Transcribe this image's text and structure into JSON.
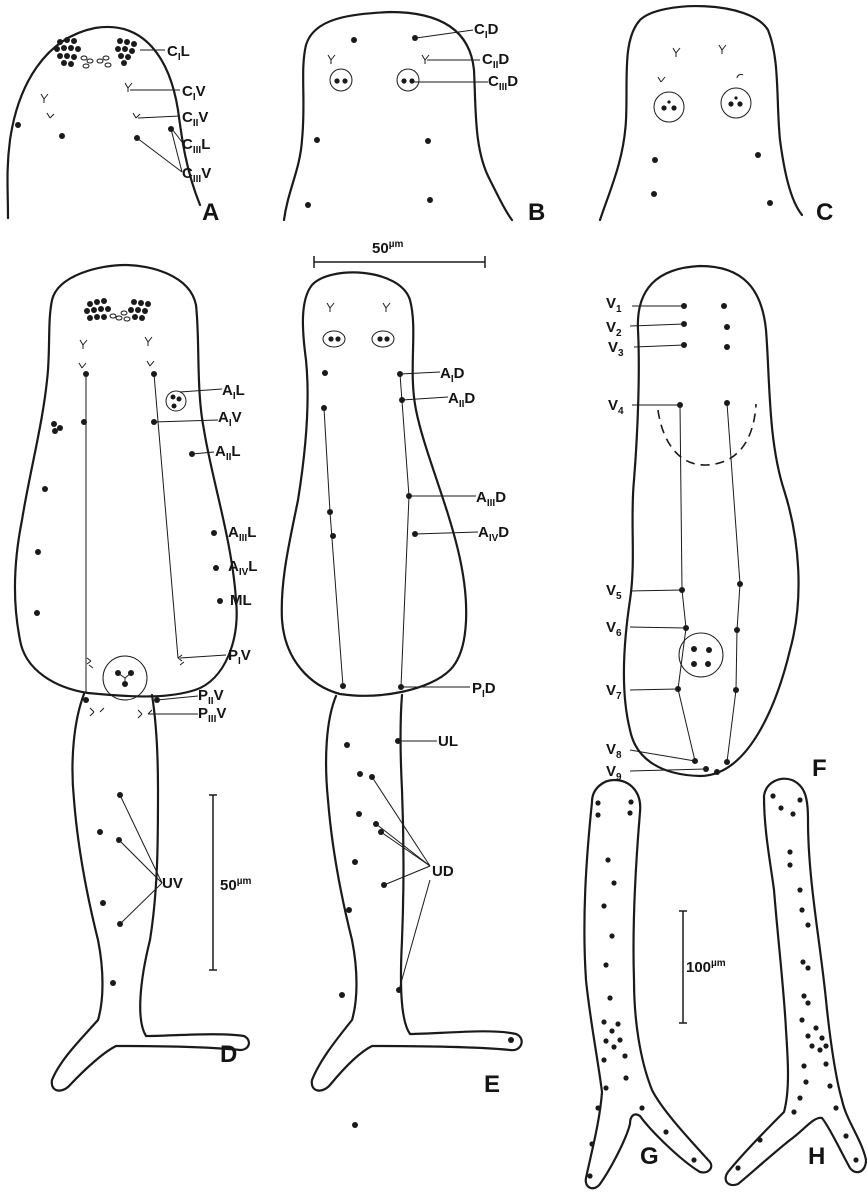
{
  "panels": [
    "A",
    "B",
    "C",
    "D",
    "E",
    "F",
    "G",
    "H"
  ],
  "scale_bars": {
    "top": "50",
    "middle": "50",
    "bottom": "100",
    "unit": "µm"
  },
  "labels": {
    "A": [
      {
        "main": "C",
        "sub": "I",
        "tail": "L"
      },
      {
        "main": "C",
        "sub": "I",
        "tail": "V"
      },
      {
        "main": "C",
        "sub": "II",
        "tail": "V"
      },
      {
        "main": "C",
        "sub": "III",
        "tail": "L"
      },
      {
        "main": "C",
        "sub": "III",
        "tail": "V"
      }
    ],
    "B": [
      {
        "main": "C",
        "sub": "I",
        "tail": "D"
      },
      {
        "main": "C",
        "sub": "II",
        "tail": "D"
      },
      {
        "main": "C",
        "sub": "III",
        "tail": "D"
      }
    ],
    "D": [
      {
        "main": "A",
        "sub": "I",
        "tail": "L"
      },
      {
        "main": "A",
        "sub": "I",
        "tail": "V"
      },
      {
        "main": "A",
        "sub": "II",
        "tail": "L"
      },
      {
        "main": "A",
        "sub": "III",
        "tail": "L"
      },
      {
        "main": "A",
        "sub": "IV",
        "tail": "L"
      },
      {
        "main": "M",
        "sub": "",
        "tail": "L"
      },
      {
        "main": "P",
        "sub": "I",
        "tail": "V"
      },
      {
        "main": "P",
        "sub": "II",
        "tail": "V"
      },
      {
        "main": "P",
        "sub": "III",
        "tail": "V"
      },
      {
        "main": "UV",
        "sub": "",
        "tail": ""
      }
    ],
    "E": [
      {
        "main": "A",
        "sub": "I",
        "tail": "D"
      },
      {
        "main": "A",
        "sub": "II",
        "tail": "D"
      },
      {
        "main": "A",
        "sub": "III",
        "tail": "D"
      },
      {
        "main": "A",
        "sub": "IV",
        "tail": "D"
      },
      {
        "main": "P",
        "sub": "I",
        "tail": "D"
      },
      {
        "main": "UL",
        "sub": "",
        "tail": ""
      },
      {
        "main": "UD",
        "sub": "",
        "tail": ""
      }
    ],
    "F": [
      {
        "main": "V",
        "sub": "1",
        "tail": ""
      },
      {
        "main": "V",
        "sub": "2",
        "tail": ""
      },
      {
        "main": "V",
        "sub": "3",
        "tail": ""
      },
      {
        "main": "V",
        "sub": "4",
        "tail": ""
      },
      {
        "main": "V",
        "sub": "5",
        "tail": ""
      },
      {
        "main": "V",
        "sub": "6",
        "tail": ""
      },
      {
        "main": "V",
        "sub": "7",
        "tail": ""
      },
      {
        "main": "V",
        "sub": "8",
        "tail": ""
      },
      {
        "main": "V",
        "sub": "9",
        "tail": ""
      }
    ]
  }
}
